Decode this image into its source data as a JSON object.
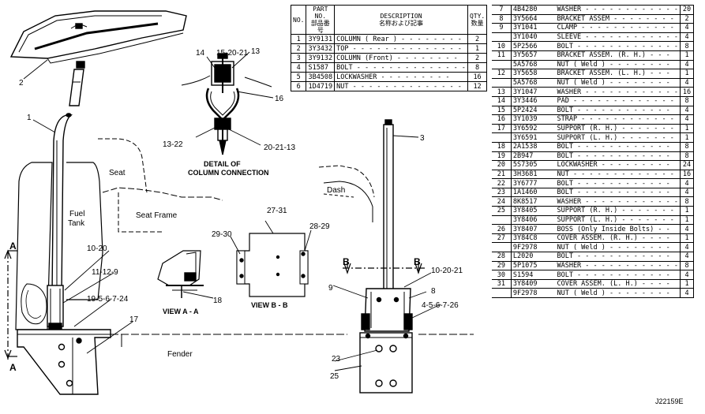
{
  "callouts": {
    "c1": "1",
    "c2": "2",
    "c3": "3",
    "c8": "8",
    "c9": "9",
    "c10_20": "10-20",
    "c11_12_9": "11-12-9",
    "c13": "13",
    "c13_22": "13-22",
    "c14": "14",
    "c15_20_21": "15-20-21",
    "c16": "16",
    "c17": "17",
    "c18": "18",
    "c19_5_6_7_24": "19-5-6-7-24",
    "c20_21_13": "20-21-13",
    "c23": "23",
    "c25": "25",
    "c27_31": "27-31",
    "c28_29": "28-29",
    "c29_30": "29-30",
    "c10_20_21": "10-20-21",
    "c4_5_6_7_26": "4-5-6-7-26"
  },
  "labels": {
    "seat": "Seat",
    "seat_frame": "Seat   Frame",
    "fuel_tank": "Fuel\nTank",
    "dash": "Dash",
    "fender": "Fender",
    "detail_line1": "DETAIL OF",
    "detail_line2": "COLUMN CONNECTION",
    "view_a": "VIEW A - A",
    "view_b": "VIEW B - B",
    "sec_a_top": "A",
    "sec_a_bottom": "A",
    "sec_b_left": "B",
    "sec_b_right": "B"
  },
  "small_table": {
    "header": {
      "no": "NO.",
      "part": "PART NO.\n部品番号",
      "desc": "DESCRIPTION\n名称および記事",
      "qty": "QTY.\n数量"
    },
    "rows": [
      {
        "no": "1",
        "part": "3Y9131",
        "desc": "COLUMN ( Rear ) - - - - - - - -",
        "qty": "2"
      },
      {
        "no": "2",
        "part": "3Y3432",
        "desc": "TOP  - - - - - - - - - - - - - -",
        "qty": "1"
      },
      {
        "no": "3",
        "part": "3Y9132",
        "desc": "COLUMN (Front) - - - - - - - -",
        "qty": "2"
      },
      {
        "no": "4",
        "part": "S1587",
        "desc": "BOLT  - - - - - - - - - - - - - -",
        "qty": "8"
      },
      {
        "no": "5",
        "part": "3B4508",
        "desc": "LOCKWASHER  - - - - - - - - -",
        "qty": "16"
      },
      {
        "no": "6",
        "part": "1D4719",
        "desc": "NUT  - - - - - - - - - - - - - -",
        "qty": "12"
      }
    ]
  },
  "big_table": {
    "rows": [
      {
        "no": "7",
        "part": "4B4280",
        "desc": "WASHER - - - - - - - - - - - -",
        "qty": "20"
      },
      {
        "no": "8",
        "part": "3Y5664",
        "desc": "BRACKET ASSEM - - - - - - - -",
        "qty": "2"
      },
      {
        "no": "9",
        "part": "3Y1041",
        "desc": "CLAMP  - - - - - - - - - - - -",
        "qty": "4"
      },
      {
        "no": "",
        "part": "3Y1040",
        "desc": "SLEEVE - - - - - - - - - - - -",
        "qty": "4"
      },
      {
        "no": "10",
        "part": "5P2566",
        "desc": "BOLT - - - - - - - - - - - - -",
        "qty": "8"
      },
      {
        "no": "11",
        "part": "3Y5657",
        "desc": "BRACKET ASSEM. (R. H.) - - -",
        "qty": "1"
      },
      {
        "no": "",
        "part": "5A5768",
        "desc": "   NUT ( Weld ) - - - - - - - -",
        "qty": "4"
      },
      {
        "no": "12",
        "part": "3Y5658",
        "desc": "BRACKET ASSEM. (L. H.) - - -",
        "qty": "1"
      },
      {
        "no": "",
        "part": "5A5768",
        "desc": "   NUT ( Weld ) - - - - - - - -",
        "qty": "4"
      },
      {
        "no": "13",
        "part": "3Y1047",
        "desc": "WASHER - - - - - - - - - - - -",
        "qty": "16"
      },
      {
        "no": "14",
        "part": "3Y3446",
        "desc": "PAD  - - - - - - - - - - - - -",
        "qty": "8"
      },
      {
        "no": "15",
        "part": "5P2424",
        "desc": "BOLT  - - - - - - - - - - - -",
        "qty": "4"
      },
      {
        "no": "16",
        "part": "3Y1039",
        "desc": "STRAP - - - - - - - - - - - -",
        "qty": "4"
      },
      {
        "no": "17",
        "part": "3Y6592",
        "desc": "SUPPORT (R. H.) - - - - - - -",
        "qty": "1"
      },
      {
        "no": "",
        "part": "3Y6591",
        "desc": "SUPPORT (L. H.) - - - - - - -",
        "qty": "1"
      },
      {
        "no": "18",
        "part": "2A1538",
        "desc": "BOLT  - - - - - - - - - - - -",
        "qty": "8"
      },
      {
        "no": "19",
        "part": "2B947",
        "desc": "BOLT  - - - - - - - - - - - -",
        "qty": "8"
      },
      {
        "no": "20",
        "part": "5S7305",
        "desc": "LOCKWASHER - - - - - - - - -",
        "qty": "24"
      },
      {
        "no": "21",
        "part": "3H3681",
        "desc": "NUT - - - - - - - - - - - - -",
        "qty": "16"
      },
      {
        "no": "22",
        "part": "3Y6777",
        "desc": "BOLT  - - - - - - - - - - - -",
        "qty": "4"
      },
      {
        "no": "23",
        "part": "1A1460",
        "desc": "BOLT  - - - - - - - - - - - -",
        "qty": "4"
      },
      {
        "no": "24",
        "part": "8K8517",
        "desc": "WASHER - - - - - - - - - - - -",
        "qty": "8"
      },
      {
        "no": "25",
        "part": "3Y8405",
        "desc": "SUPPORT (R. H.) - - - - - - -",
        "qty": "1"
      },
      {
        "no": "",
        "part": "3Y8406",
        "desc": "SUPPORT (L. H.) - - - - - - -",
        "qty": "1"
      },
      {
        "no": "26",
        "part": "3Y8407",
        "desc": "BOSS (Only Inside Bolts) - -",
        "qty": "4"
      },
      {
        "no": "27",
        "part": "3Y84C8",
        "desc": "COVER ASSEM. (R. H.) - - - -",
        "qty": "1"
      },
      {
        "no": "",
        "part": "9F2978",
        "desc": "   NUT ( Weld ) - - - - - - - -",
        "qty": "4"
      },
      {
        "no": "28",
        "part": "L2020",
        "desc": "BOLT  - - - - - - - - - - - -",
        "qty": "4"
      },
      {
        "no": "29",
        "part": "5P1075",
        "desc": "WASHER - - - - - - - - - - - -",
        "qty": "8"
      },
      {
        "no": "30",
        "part": "S1594",
        "desc": "BOLT  - - - - - - - - - - - -",
        "qty": "4"
      },
      {
        "no": "31",
        "part": "3Y8409",
        "desc": "COVER ASSEM. (L. H.) - - - -",
        "qty": "1"
      },
      {
        "no": "",
        "part": "9F2978",
        "desc": "   NUT ( Weld ) - - - - - - - -",
        "qty": "4"
      }
    ]
  },
  "figure_number": "J22159E"
}
